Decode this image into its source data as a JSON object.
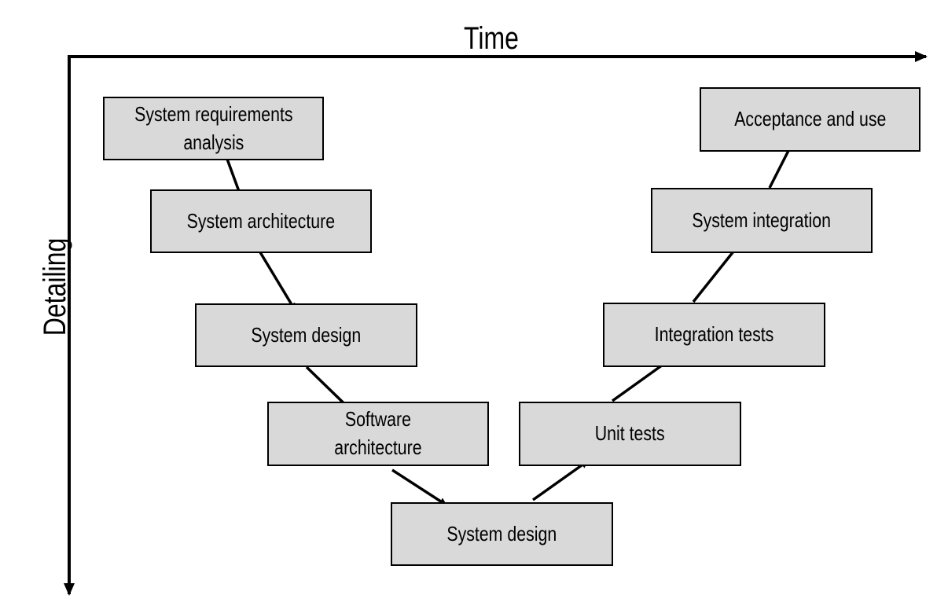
{
  "axes": {
    "horizontal_label": "Time",
    "vertical_label": "Detailing"
  },
  "stages": [
    {
      "id": "requirements",
      "label": "System requirements\nanalysis"
    },
    {
      "id": "architecture",
      "label": "System architecture"
    },
    {
      "id": "design-1",
      "label": "System design"
    },
    {
      "id": "software-architecture",
      "label": "Software\narchitecture"
    },
    {
      "id": "design-2",
      "label": "System design"
    },
    {
      "id": "unit-tests",
      "label": "Unit tests"
    },
    {
      "id": "integration-tests",
      "label": "Integration tests"
    },
    {
      "id": "system-integration",
      "label": "System integration"
    },
    {
      "id": "acceptance",
      "label": "Acceptance and use"
    }
  ],
  "flow": [
    [
      "requirements",
      "architecture"
    ],
    [
      "architecture",
      "design-1"
    ],
    [
      "design-1",
      "software-architecture"
    ],
    [
      "software-architecture",
      "design-2"
    ],
    [
      "design-2",
      "unit-tests"
    ],
    [
      "unit-tests",
      "integration-tests"
    ],
    [
      "integration-tests",
      "system-integration"
    ],
    [
      "system-integration",
      "acceptance"
    ]
  ],
  "colors": {
    "box_fill": "#d9d9d9",
    "line": "#000000"
  }
}
